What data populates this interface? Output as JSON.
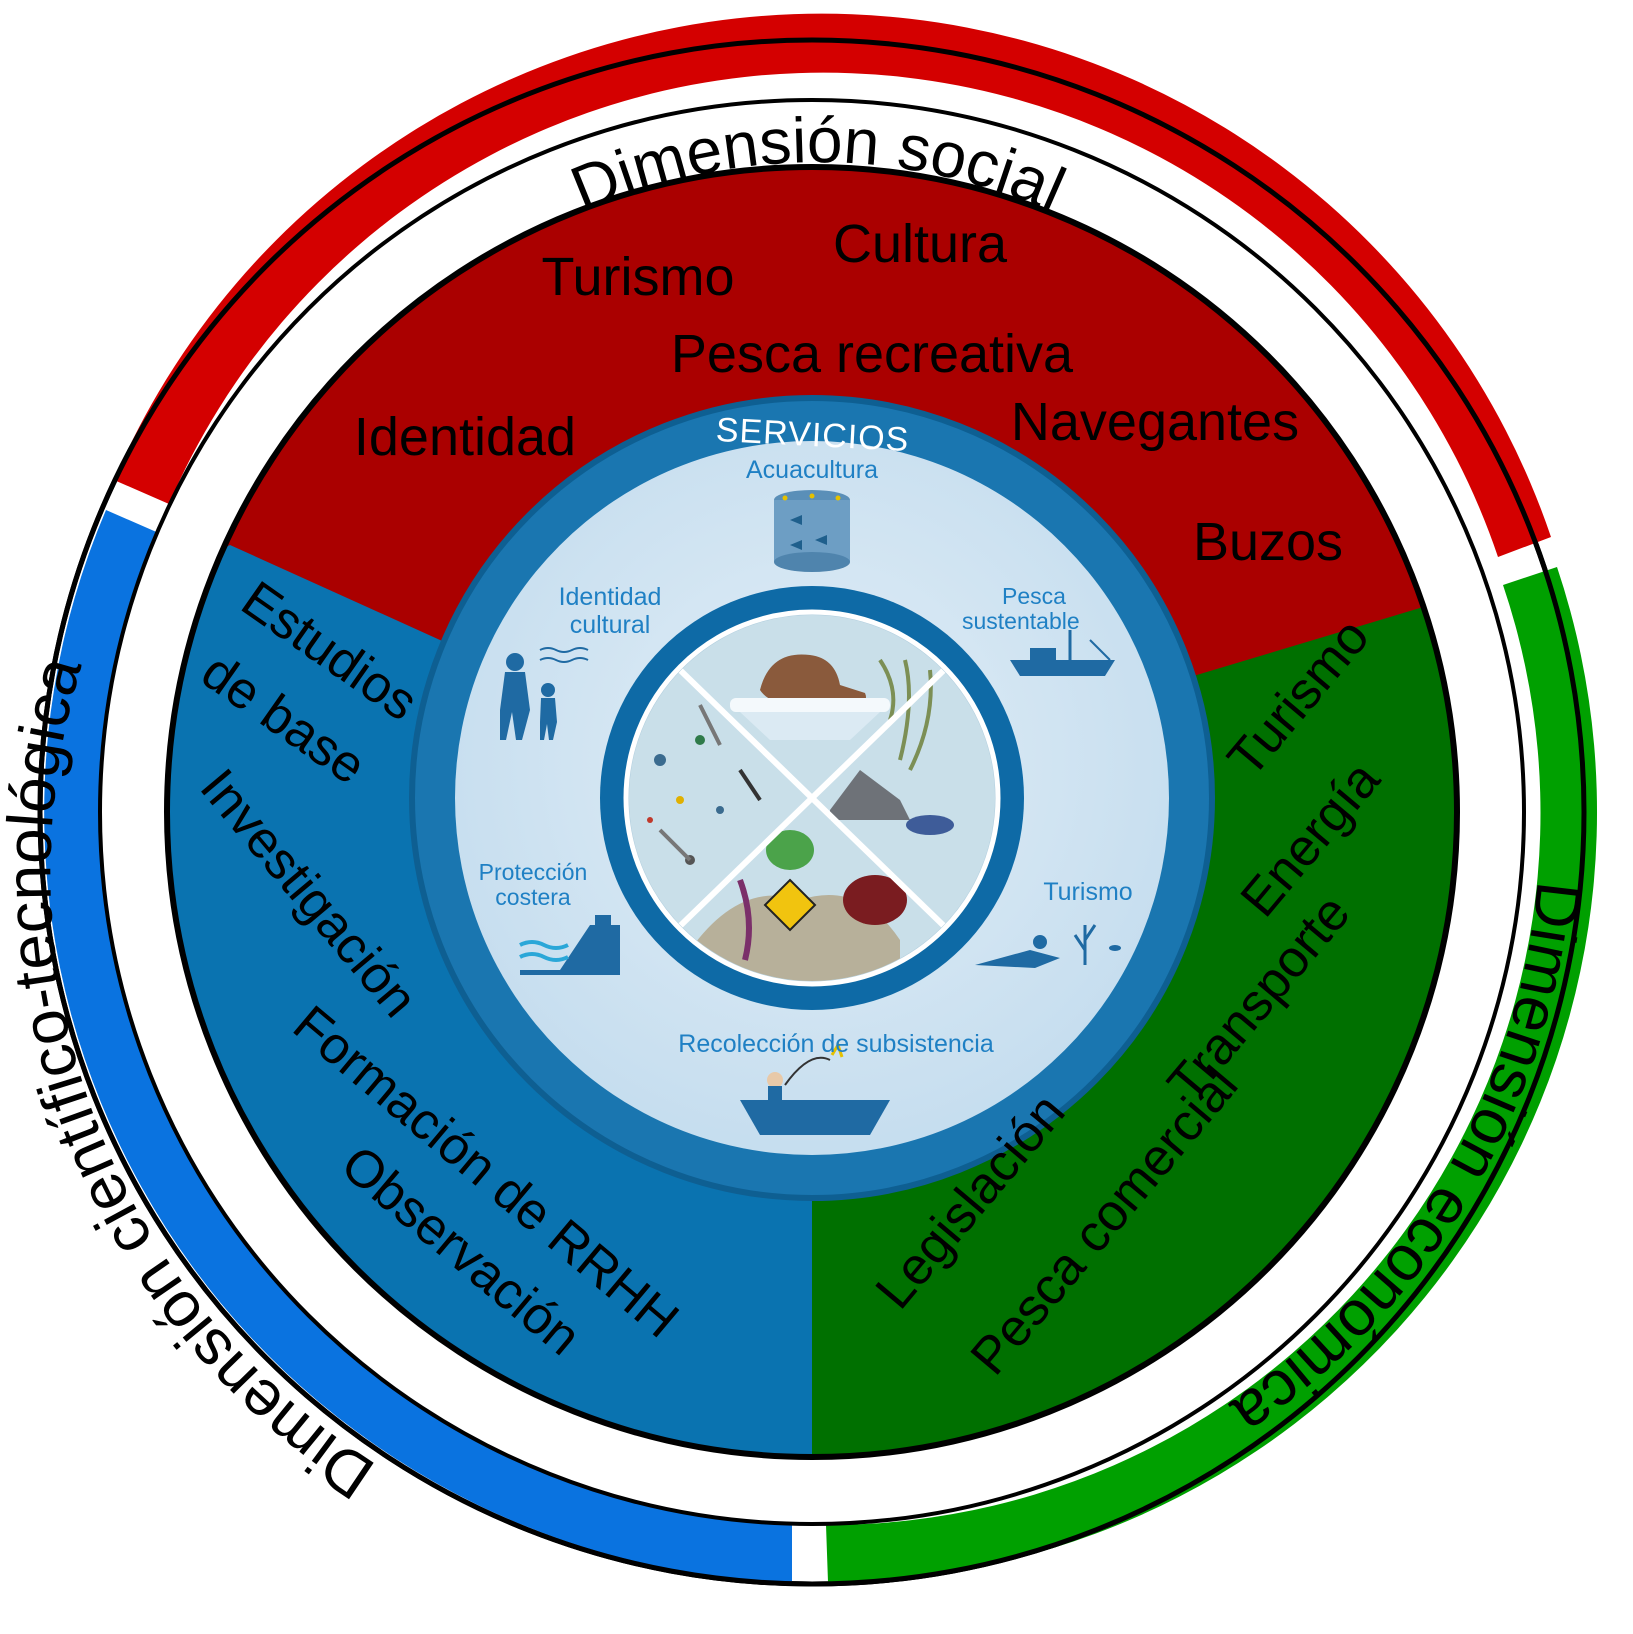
{
  "outer_ring": {
    "social_title": "Dimensión social",
    "economic_title": "Dimensión económica",
    "scientific_title": "Dimensión científico-tecnológica"
  },
  "social": {
    "items": [
      "Cultura",
      "Turismo",
      "Pesca recreativa",
      "Identidad",
      "Navegantes",
      "Buzos"
    ]
  },
  "economic": {
    "items": [
      "Turismo",
      "Energía",
      "Transporte",
      "Legislación",
      "Pesca comercial"
    ]
  },
  "scientific": {
    "items": [
      "Estudios",
      "de base",
      "Investigación",
      "Formación de RRHH",
      "Observación"
    ]
  },
  "services": {
    "header": "SERVICIOS",
    "acuacultura": "Acuacultura",
    "identidad_line1": "Identidad",
    "identidad_line2": "cultural",
    "pesca_line1": "Pesca",
    "pesca_line2": "sustentable",
    "proteccion_line1": "Protección",
    "proteccion_line2": "costera",
    "turismo": "Turismo",
    "recoleccion": "Recolección de subsistencia"
  },
  "colors": {
    "social": "#d40000",
    "social_inner": "#aa0000",
    "economic": "#00a000",
    "economic_inner": "#007000",
    "scientific": "#0a73e0",
    "scientific_inner": "#0a73b0",
    "services_ring": "#1a76b0",
    "services_disc": "#cfe3f1"
  },
  "icons": [
    "fish-cage-icon",
    "fishing-boat-icon",
    "family-icon",
    "seawall-icon",
    "diver-icon",
    "rowboat-fisher-icon",
    "walrus-icon",
    "seaweed-crab-icon",
    "coral-reef-fish-icon",
    "plankton-icon"
  ]
}
